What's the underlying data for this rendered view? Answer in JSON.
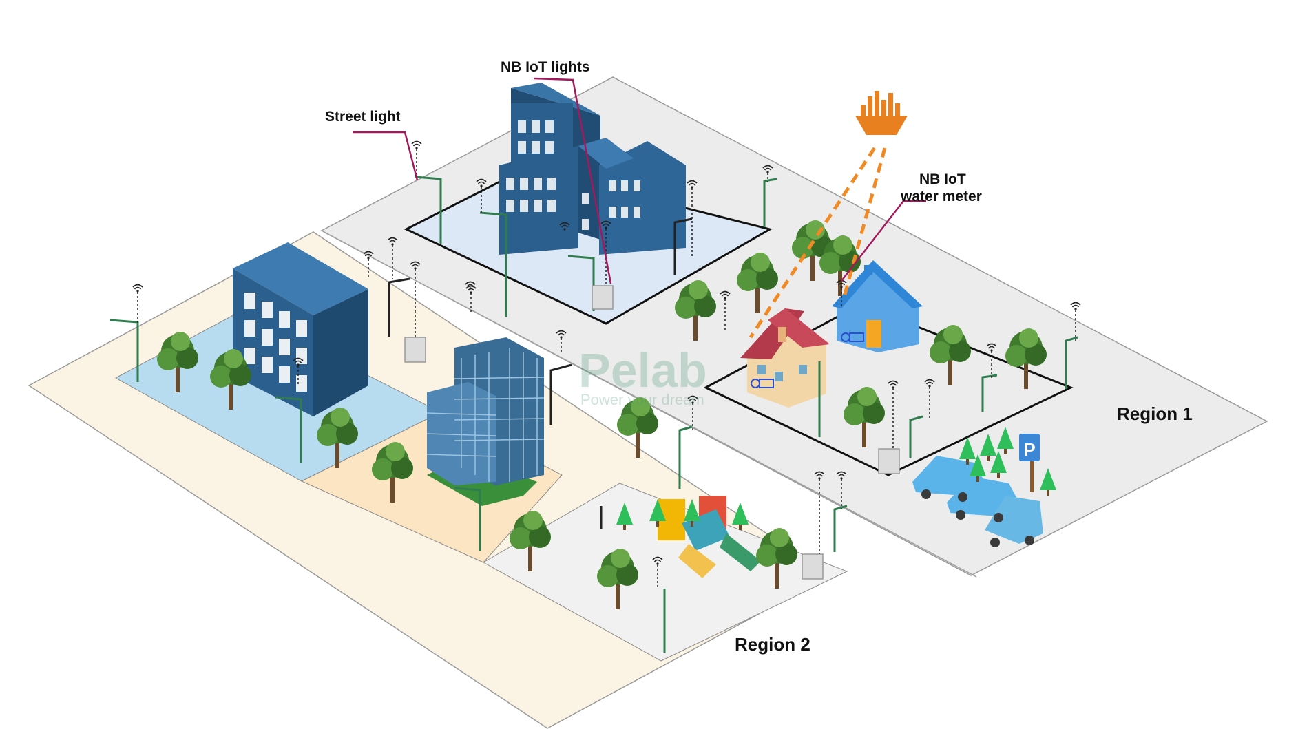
{
  "labels": {
    "street_light": "Street light",
    "nb_iot_lights": "NB IoT lights",
    "nb_iot_water_meter_line1": "NB IoT",
    "nb_iot_water_meter_line2": "water meter",
    "region_1": "Region 1",
    "region_2": "Region 2"
  },
  "watermark": {
    "brand": "Pelab",
    "tagline": "Power your dream"
  },
  "colors": {
    "callout_line": "#a3195b",
    "cloud_link": "#f08a24",
    "cloud_icon": "#e8801f",
    "building_blue": "#2b5f8e",
    "region2_ground": "#fbf3e3",
    "region1_ground": "#ececec",
    "pool_blue": "#b7dcef",
    "plaza_blue": "#dde8f6",
    "plaza_sand": "#fbe5c2",
    "pole_green": "#2f7d4f"
  },
  "icons": [
    "cloud-analytics-icon",
    "wifi-signal-icon",
    "parking-sign-icon"
  ]
}
